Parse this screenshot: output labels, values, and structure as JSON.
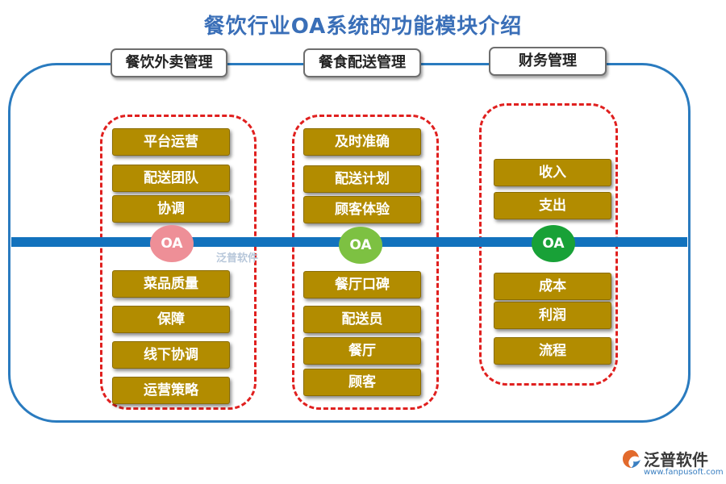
{
  "title": "餐饮行业OA系统的功能模块介绍",
  "oa_label": "OA",
  "colors": {
    "frame": "#2a7bbf",
    "dashed": "#e0201f",
    "pill": "#b28c00",
    "axis": "#1272bd",
    "oa_circles": [
      "#ee8f97",
      "#7dc142",
      "#18a137"
    ]
  },
  "columns": [
    {
      "header": "餐饮外卖管理",
      "top_items": [
        "平台运营",
        "配送团队",
        "协调"
      ],
      "bottom_items": [
        "菜品质量",
        "保障",
        "线下协调",
        "运营策略"
      ]
    },
    {
      "header": "餐食配送管理",
      "top_items": [
        "及时准确",
        "配送计划",
        "顾客体验"
      ],
      "bottom_items": [
        "餐厅口碑",
        "配送员",
        "餐厅",
        "顾客"
      ]
    },
    {
      "header": "财务管理",
      "top_items": [
        "收入",
        "支出"
      ],
      "bottom_items": [
        "成本",
        "利润",
        "流程"
      ]
    }
  ],
  "watermark": "泛普软件",
  "logo": {
    "name": "泛普软件",
    "url": "www.fanpusoft.com"
  }
}
